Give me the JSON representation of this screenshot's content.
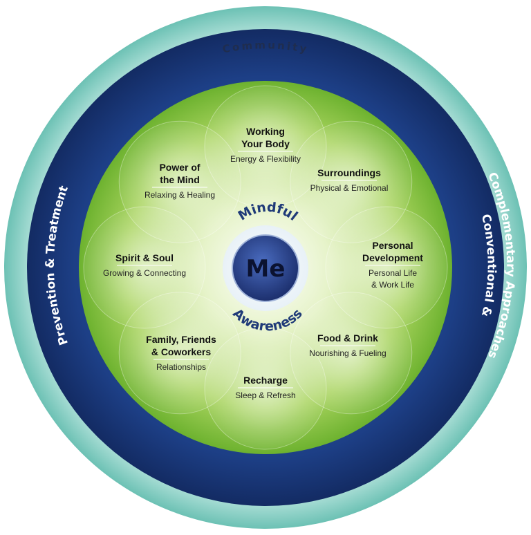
{
  "outer_ring": {
    "label": "Community"
  },
  "blue_ring": {
    "left_label": "Prevention & Treatment",
    "right_label_line1": "Conventional &",
    "right_label_line2": "Complementary Approaches"
  },
  "center": {
    "top_arc": "Mindful",
    "core": "Me",
    "bottom_arc": "Awareness"
  },
  "petals": [
    {
      "title": [
        "Working",
        "Your Body"
      ],
      "subtitle": [
        "Energy & Flexibility"
      ]
    },
    {
      "title": [
        "Surroundings"
      ],
      "subtitle": [
        "Physical & Emotional"
      ]
    },
    {
      "title": [
        "Personal",
        "Development"
      ],
      "subtitle": [
        "Personal Life",
        "& Work Life"
      ]
    },
    {
      "title": [
        "Food & Drink"
      ],
      "subtitle": [
        "Nourishing & Fueling"
      ]
    },
    {
      "title": [
        "Recharge"
      ],
      "subtitle": [
        "Sleep & Refresh"
      ]
    },
    {
      "title": [
        "Family, Friends",
        "& Coworkers"
      ],
      "subtitle": [
        "Relationships"
      ]
    },
    {
      "title": [
        "Spirit & Soul"
      ],
      "subtitle": [
        "Growing & Connecting"
      ]
    },
    {
      "title": [
        "Power of",
        "the Mind"
      ],
      "subtitle": [
        "Relaxing & Healing"
      ]
    }
  ],
  "colors": {
    "outer_ring": "#9fd8cf",
    "blue_ring": "#1d3f86",
    "green_disc": "#8cc63f",
    "center_circle": "#2a4690"
  }
}
